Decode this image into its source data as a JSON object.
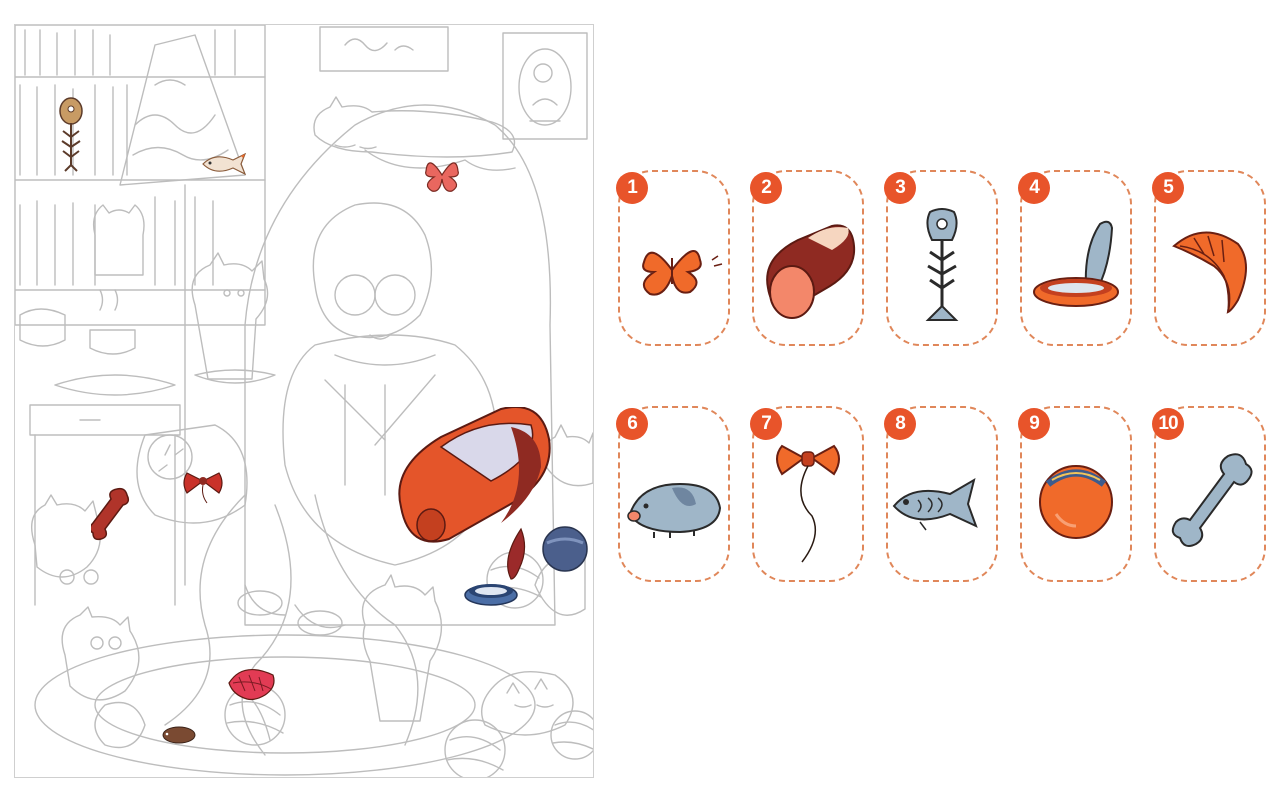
{
  "game": {
    "colors": {
      "accent": "#e8542a",
      "dash": "#e0875a",
      "sketch_line": "#b8b8b8",
      "item_orange": "#f06a2a",
      "item_dark_red": "#8f2a22",
      "item_blue_grey": "#9fb6c8",
      "item_navy": "#3d5b8c"
    },
    "items": [
      {
        "number": "1",
        "icon": "butterfly-icon"
      },
      {
        "number": "2",
        "icon": "sausage-icon"
      },
      {
        "number": "3",
        "icon": "fish-bone-icon"
      },
      {
        "number": "4",
        "icon": "open-tin-can-icon"
      },
      {
        "number": "5",
        "icon": "feather-leaf-icon"
      },
      {
        "number": "6",
        "icon": "toy-mouse-icon"
      },
      {
        "number": "7",
        "icon": "bow-on-string-icon"
      },
      {
        "number": "8",
        "icon": "toy-fish-icon"
      },
      {
        "number": "9",
        "icon": "striped-ball-icon"
      },
      {
        "number": "10",
        "icon": "bone-icon"
      }
    ]
  }
}
